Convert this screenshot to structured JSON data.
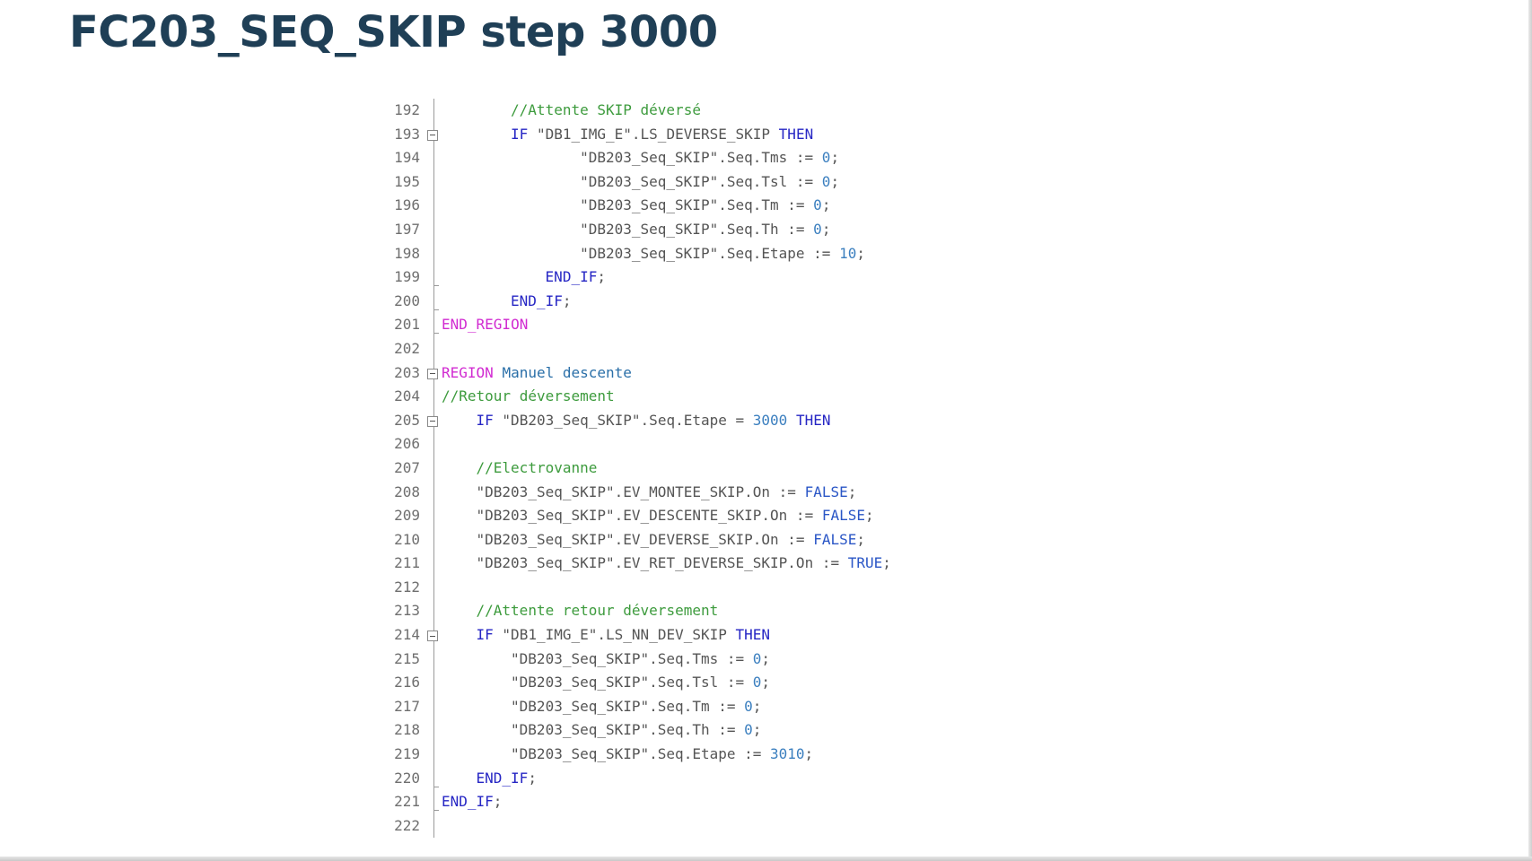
{
  "slide": {
    "title": "FC203_SEQ_SKIP step 3000"
  },
  "colors": {
    "title": "#1f3f56",
    "comment": "#3d9b3d",
    "keyword": "#2626c4",
    "region": "#d12bd1",
    "number": "#3b7fbf",
    "text": "#555555",
    "line_number": "#6f6f6f"
  },
  "icons": {
    "fold": "collapse-minus-icon"
  },
  "code": {
    "lines": [
      {
        "num": "192",
        "indent": 8,
        "fold": "",
        "tokens": [
          {
            "t": "comment",
            "v": "//Attente SKIP déversé"
          }
        ]
      },
      {
        "num": "193",
        "indent": 8,
        "fold": "open",
        "tokens": [
          {
            "t": "keyword",
            "v": "IF "
          },
          {
            "t": "string",
            "v": "\"DB1_IMG_E\""
          },
          {
            "t": "plain",
            "v": ".LS_DEVERSE_SKIP "
          },
          {
            "t": "keyword",
            "v": "THEN"
          }
        ]
      },
      {
        "num": "194",
        "indent": 16,
        "fold": "",
        "tokens": [
          {
            "t": "string",
            "v": "\"DB203_Seq_SKIP\""
          },
          {
            "t": "plain",
            "v": ".Seq.Tms := "
          },
          {
            "t": "number",
            "v": "0"
          },
          {
            "t": "plain",
            "v": ";"
          }
        ]
      },
      {
        "num": "195",
        "indent": 16,
        "fold": "",
        "tokens": [
          {
            "t": "string",
            "v": "\"DB203_Seq_SKIP\""
          },
          {
            "t": "plain",
            "v": ".Seq.Tsl := "
          },
          {
            "t": "number",
            "v": "0"
          },
          {
            "t": "plain",
            "v": ";"
          }
        ]
      },
      {
        "num": "196",
        "indent": 16,
        "fold": "",
        "tokens": [
          {
            "t": "string",
            "v": "\"DB203_Seq_SKIP\""
          },
          {
            "t": "plain",
            "v": ".Seq.Tm := "
          },
          {
            "t": "number",
            "v": "0"
          },
          {
            "t": "plain",
            "v": ";"
          }
        ]
      },
      {
        "num": "197",
        "indent": 16,
        "fold": "",
        "tokens": [
          {
            "t": "string",
            "v": "\"DB203_Seq_SKIP\""
          },
          {
            "t": "plain",
            "v": ".Seq.Th := "
          },
          {
            "t": "number",
            "v": "0"
          },
          {
            "t": "plain",
            "v": ";"
          }
        ]
      },
      {
        "num": "198",
        "indent": 16,
        "fold": "",
        "tokens": [
          {
            "t": "string",
            "v": "\"DB203_Seq_SKIP\""
          },
          {
            "t": "plain",
            "v": ".Seq.Etape := "
          },
          {
            "t": "number",
            "v": "10"
          },
          {
            "t": "plain",
            "v": ";"
          }
        ]
      },
      {
        "num": "199",
        "indent": 12,
        "fold": "end",
        "tokens": [
          {
            "t": "keyword",
            "v": "END_IF"
          },
          {
            "t": "plain",
            "v": ";"
          }
        ]
      },
      {
        "num": "200",
        "indent": 8,
        "fold": "end",
        "tokens": [
          {
            "t": "keyword",
            "v": "END_IF"
          },
          {
            "t": "plain",
            "v": ";"
          }
        ]
      },
      {
        "num": "201",
        "indent": 0,
        "fold": "end",
        "tokens": [
          {
            "t": "region",
            "v": "END_REGION"
          }
        ]
      },
      {
        "num": "202",
        "indent": 0,
        "fold": "",
        "tokens": []
      },
      {
        "num": "203",
        "indent": 0,
        "fold": "open",
        "tokens": [
          {
            "t": "region",
            "v": "REGION "
          },
          {
            "t": "name",
            "v": "Manuel descente"
          }
        ]
      },
      {
        "num": "204",
        "indent": 0,
        "fold": "",
        "tokens": [
          {
            "t": "comment",
            "v": "//Retour déversement"
          }
        ]
      },
      {
        "num": "205",
        "indent": 4,
        "fold": "open",
        "tokens": [
          {
            "t": "keyword",
            "v": "IF "
          },
          {
            "t": "string",
            "v": "\"DB203_Seq_SKIP\""
          },
          {
            "t": "plain",
            "v": ".Seq.Etape = "
          },
          {
            "t": "number",
            "v": "3000"
          },
          {
            "t": "plain",
            "v": " "
          },
          {
            "t": "keyword",
            "v": "THEN"
          }
        ]
      },
      {
        "num": "206",
        "indent": 0,
        "fold": "",
        "tokens": []
      },
      {
        "num": "207",
        "indent": 4,
        "fold": "",
        "tokens": [
          {
            "t": "comment",
            "v": "//Electrovanne"
          }
        ]
      },
      {
        "num": "208",
        "indent": 4,
        "fold": "",
        "tokens": [
          {
            "t": "string",
            "v": "\"DB203_Seq_SKIP\""
          },
          {
            "t": "plain",
            "v": ".EV_MONTEE_SKIP.On := "
          },
          {
            "t": "const",
            "v": "FALSE"
          },
          {
            "t": "plain",
            "v": ";"
          }
        ]
      },
      {
        "num": "209",
        "indent": 4,
        "fold": "",
        "tokens": [
          {
            "t": "string",
            "v": "\"DB203_Seq_SKIP\""
          },
          {
            "t": "plain",
            "v": ".EV_DESCENTE_SKIP.On := "
          },
          {
            "t": "const",
            "v": "FALSE"
          },
          {
            "t": "plain",
            "v": ";"
          }
        ]
      },
      {
        "num": "210",
        "indent": 4,
        "fold": "",
        "tokens": [
          {
            "t": "string",
            "v": "\"DB203_Seq_SKIP\""
          },
          {
            "t": "plain",
            "v": ".EV_DEVERSE_SKIP.On := "
          },
          {
            "t": "const",
            "v": "FALSE"
          },
          {
            "t": "plain",
            "v": ";"
          }
        ]
      },
      {
        "num": "211",
        "indent": 4,
        "fold": "",
        "tokens": [
          {
            "t": "string",
            "v": "\"DB203_Seq_SKIP\""
          },
          {
            "t": "plain",
            "v": ".EV_RET_DEVERSE_SKIP.On := "
          },
          {
            "t": "const",
            "v": "TRUE"
          },
          {
            "t": "plain",
            "v": ";"
          }
        ]
      },
      {
        "num": "212",
        "indent": 0,
        "fold": "",
        "tokens": []
      },
      {
        "num": "213",
        "indent": 4,
        "fold": "",
        "tokens": [
          {
            "t": "comment",
            "v": "//Attente retour déversement"
          }
        ]
      },
      {
        "num": "214",
        "indent": 4,
        "fold": "open",
        "tokens": [
          {
            "t": "keyword",
            "v": "IF "
          },
          {
            "t": "string",
            "v": "\"DB1_IMG_E\""
          },
          {
            "t": "plain",
            "v": ".LS_NN_DEV_SKIP "
          },
          {
            "t": "keyword",
            "v": "THEN"
          }
        ]
      },
      {
        "num": "215",
        "indent": 8,
        "fold": "",
        "tokens": [
          {
            "t": "string",
            "v": "\"DB203_Seq_SKIP\""
          },
          {
            "t": "plain",
            "v": ".Seq.Tms := "
          },
          {
            "t": "number",
            "v": "0"
          },
          {
            "t": "plain",
            "v": ";"
          }
        ]
      },
      {
        "num": "216",
        "indent": 8,
        "fold": "",
        "tokens": [
          {
            "t": "string",
            "v": "\"DB203_Seq_SKIP\""
          },
          {
            "t": "plain",
            "v": ".Seq.Tsl := "
          },
          {
            "t": "number",
            "v": "0"
          },
          {
            "t": "plain",
            "v": ";"
          }
        ]
      },
      {
        "num": "217",
        "indent": 8,
        "fold": "",
        "tokens": [
          {
            "t": "string",
            "v": "\"DB203_Seq_SKIP\""
          },
          {
            "t": "plain",
            "v": ".Seq.Tm := "
          },
          {
            "t": "number",
            "v": "0"
          },
          {
            "t": "plain",
            "v": ";"
          }
        ]
      },
      {
        "num": "218",
        "indent": 8,
        "fold": "",
        "tokens": [
          {
            "t": "string",
            "v": "\"DB203_Seq_SKIP\""
          },
          {
            "t": "plain",
            "v": ".Seq.Th := "
          },
          {
            "t": "number",
            "v": "0"
          },
          {
            "t": "plain",
            "v": ";"
          }
        ]
      },
      {
        "num": "219",
        "indent": 8,
        "fold": "",
        "tokens": [
          {
            "t": "string",
            "v": "\"DB203_Seq_SKIP\""
          },
          {
            "t": "plain",
            "v": ".Seq.Etape := "
          },
          {
            "t": "number",
            "v": "3010"
          },
          {
            "t": "plain",
            "v": ";"
          }
        ]
      },
      {
        "num": "220",
        "indent": 4,
        "fold": "end",
        "tokens": [
          {
            "t": "keyword",
            "v": "END_IF"
          },
          {
            "t": "plain",
            "v": ";"
          }
        ]
      },
      {
        "num": "221",
        "indent": 0,
        "fold": "end",
        "tokens": [
          {
            "t": "keyword",
            "v": "END_IF"
          },
          {
            "t": "plain",
            "v": ";"
          }
        ]
      },
      {
        "num": "222",
        "indent": 0,
        "fold": "",
        "tokens": []
      }
    ]
  }
}
